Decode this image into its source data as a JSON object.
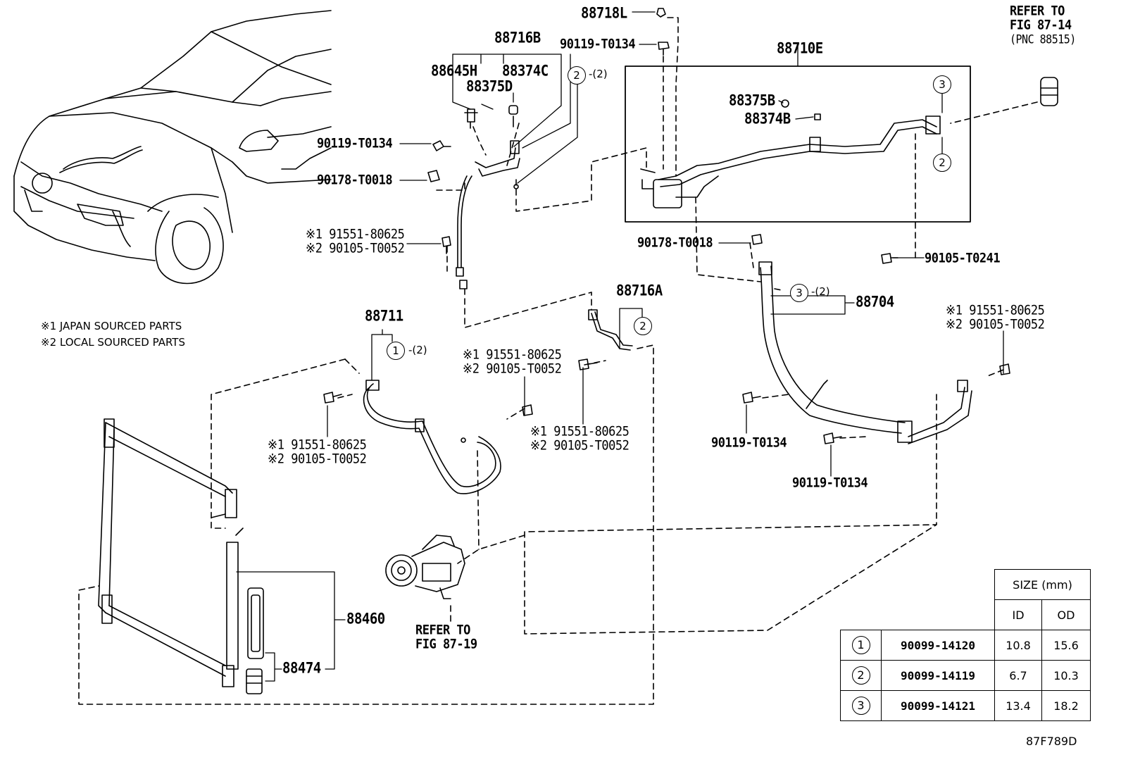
{
  "diagram": {
    "ref_code": "87F789D",
    "notes": [
      "※1 JAPAN SOURCED PARTS",
      "※2 LOCAL SOURCED PARTS"
    ],
    "refer_top": [
      "REFER TO",
      "FIG 87-14",
      "(PNC 88515)"
    ],
    "refer_compressor": [
      "REFER TO",
      "FIG 87-19"
    ],
    "labels": {
      "p88718L": "88718L",
      "p90119_top": "90119-T0134",
      "p88716B": "88716B",
      "p88645H": "88645H",
      "p88374C": "88374C",
      "p88375D": "88375D",
      "p90119_left": "90119-T0134",
      "p90178_left": "90178-T0018",
      "j1_a": "※1 91551-80625",
      "j2_a": "※2 90105-T0052",
      "p88710E": "88710E",
      "p88375B": "88375B",
      "p88374B": "88374B",
      "p90178_mid": "90178-T0018",
      "p90105_T0241": "90105-T0241",
      "p88716A": "88716A",
      "p88704": "88704",
      "p88711": "88711",
      "j1_b": "※1 91551-80625",
      "j2_b": "※2 90105-T0052",
      "j1_c": "※1 91551-80625",
      "j2_c": "※2 90105-T0052",
      "j1_d": "※1 91551-80625",
      "j2_d": "※2 90105-T0052",
      "j1_e": "※1 91551-80625",
      "j2_e": "※2 90105-T0052",
      "p90119_r1": "90119-T0134",
      "p90119_r2": "90119-T0134",
      "p88460": "88460",
      "p88474": "88474"
    },
    "circles": {
      "c2_top": "2",
      "c2_top_qty": "-(2)",
      "c3_right": "3",
      "c2_right": "2",
      "c3_mid": "3",
      "c3_mid_qty": "-(2)",
      "c2_716a": "2",
      "c1_711": "1",
      "c1_711_qty": "-(2)"
    }
  },
  "size_table": {
    "header": "SIZE (mm)",
    "col_id": "ID",
    "col_od": "OD",
    "rows": [
      {
        "num": "1",
        "part": "90099-14120",
        "id": "10.8",
        "od": "15.6"
      },
      {
        "num": "2",
        "part": "90099-14119",
        "id": "6.7",
        "od": "10.3"
      },
      {
        "num": "3",
        "part": "90099-14121",
        "id": "13.4",
        "od": "18.2"
      }
    ]
  }
}
